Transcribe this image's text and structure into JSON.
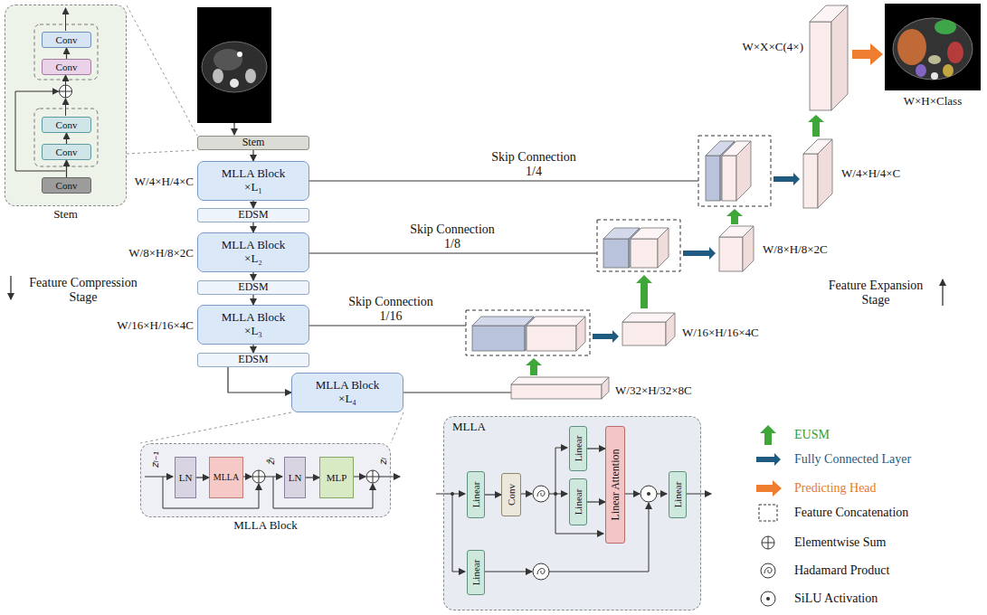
{
  "diagram": {
    "nodes": [
      {
        "text": [
          "Stem"
        ]
      },
      {
        "text": [
          "Conv"
        ],
        "in": 0
      },
      {
        "text": [
          "Conv"
        ],
        "in": 0
      },
      {
        "text": [
          "Conv"
        ],
        "in": 0
      },
      {
        "text": [
          "Conv"
        ],
        "in": 0
      },
      {
        "text": [
          "Conv"
        ],
        "in": 0
      },
      {
        "text": [
          "Stem"
        ]
      },
      {
        "text": [
          "MLLA Block",
          "×L₁"
        ]
      },
      {
        "text": [
          "EDSM"
        ]
      },
      {
        "text": [
          "MLLA Block",
          "×L₂"
        ]
      },
      {
        "text": [
          "EDSM"
        ]
      },
      {
        "text": [
          "MLLA Block",
          "×L₃"
        ]
      },
      {
        "text": [
          "EDSM"
        ]
      },
      {
        "text": [
          "MLLA Block",
          "×L₄"
        ]
      },
      {
        "text": [
          "MLLA Block"
        ]
      },
      {
        "text": [
          "LN"
        ],
        "in": 14
      },
      {
        "text": [
          "MLLA"
        ],
        "in": 14
      },
      {
        "text": [
          "LN"
        ],
        "in": 14
      },
      {
        "text": [
          "MLP"
        ],
        "in": 14
      },
      {
        "text": [
          "MLLA"
        ]
      },
      {
        "text": [
          "Linear"
        ],
        "in": 19
      },
      {
        "text": [
          "Conv"
        ],
        "in": 19
      },
      {
        "text": [
          "Linear"
        ],
        "in": 19
      },
      {
        "text": [
          "Linear"
        ],
        "in": 19
      },
      {
        "text": [
          "Linear Attention"
        ],
        "in": 19
      },
      {
        "text": [
          "Linear"
        ],
        "in": 19
      },
      {
        "text": [
          "Linear"
        ],
        "in": 19
      }
    ],
    "edges": [
      {
        "from": 5,
        "to": 4,
        "arrow": "to"
      },
      {
        "from": 4,
        "to": 3,
        "arrow": "to"
      },
      {
        "from": 2,
        "to": 1,
        "arrow": "to"
      },
      {
        "from": 6,
        "to": 7,
        "arrow": "to"
      },
      {
        "from": 7,
        "to": 8,
        "arrow": "to"
      },
      {
        "from": 8,
        "to": 9,
        "arrow": "to"
      },
      {
        "from": 9,
        "to": 10,
        "arrow": "to"
      },
      {
        "from": 10,
        "to": 11,
        "arrow": "to"
      },
      {
        "from": 11,
        "to": 12,
        "arrow": "to"
      },
      {
        "from": 12,
        "to": 13,
        "arrow": "to"
      },
      {
        "from": 15,
        "to": 16,
        "arrow": "to"
      },
      {
        "from": 17,
        "to": 18,
        "arrow": "to"
      },
      {
        "from": 20,
        "to": 21,
        "arrow": "to"
      },
      {
        "from": 22,
        "to": 24,
        "arrow": "to"
      },
      {
        "from": 23,
        "to": 24,
        "arrow": "to"
      }
    ],
    "labels": [
      "W/4×H/4×C",
      "W/8×H/8×2C",
      "W/16×H/16×4C",
      "Feature Compression Stage",
      "Skip Connection",
      "1/4",
      "Skip Connection",
      "1/8",
      "Skip Connection",
      "1/16",
      "W/32×H/32×8C",
      "W/16×H/16×4C",
      "W/8×H/8×2C",
      "W/4×H/4×C",
      "W×X×C(4×)",
      "W×H×Class",
      "Feature Expansion Stage",
      "zₗ₋₁",
      "ẑₗ",
      "zₗ"
    ],
    "legend": [
      {
        "text": "EUSM"
      },
      {
        "text": "Fully Connected Layer"
      },
      {
        "text": "Predicting Head"
      },
      {
        "text": "Feature Concatenation"
      },
      {
        "text": "Elementwise Sum"
      },
      {
        "text": "Hadamard Product"
      },
      {
        "text": "SiLU Activation"
      }
    ]
  }
}
